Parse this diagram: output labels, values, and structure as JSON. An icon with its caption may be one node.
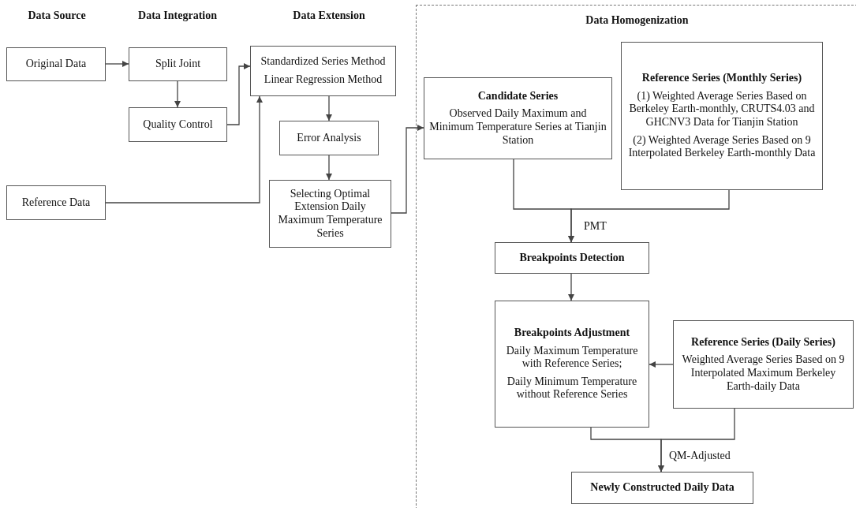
{
  "diagram": {
    "nodes": [
      {
        "text": [
          "Original Data"
        ]
      },
      {
        "text": [
          "Split Joint"
        ]
      },
      {
        "text": [
          "Quality Control"
        ]
      },
      {
        "text": [
          "Standardized Series Method",
          "Linear Regression Method"
        ]
      },
      {
        "text": [
          "Error Analysis"
        ]
      },
      {
        "text": [
          "Selecting Optimal Extension Daily Maximum Temperature Series"
        ]
      },
      {
        "text": [
          "Reference Data"
        ]
      },
      {
        "text": [
          "Data Homogenization"
        ]
      },
      {
        "text": [
          "Candidate Series",
          "Observed Daily Maximum and Minimum Temperature Series at Tianjin Station"
        ],
        "in": 7
      },
      {
        "text": [
          "Reference Series (Monthly Series)",
          "(1) Weighted Average Series Based on Berkeley Earth-monthly, CRUTS4.03 and GHCNV3 Data for Tianjin Station",
          "(2) Weighted Average Series Based on 9 Interpolated Berkeley Earth-monthly Data"
        ],
        "in": 7
      },
      {
        "text": [
          "Breakpoints Detection"
        ],
        "in": 7
      },
      {
        "text": [
          "Breakpoints Adjustment",
          "Daily Maximum Temperature with Reference Series;",
          "Daily Minimum Temperature without Reference Series"
        ],
        "in": 7
      },
      {
        "text": [
          "Reference Series (Daily Series)",
          "Weighted Average Series Based on 9 Interpolated Maximum Berkeley Earth-daily Data"
        ],
        "in": 7
      },
      {
        "text": [
          "Newly Constructed Daily Data"
        ],
        "in": 7
      }
    ],
    "edges": [
      {
        "from": 0,
        "to": 1,
        "arrow": "to"
      },
      {
        "from": 1,
        "to": 2,
        "arrow": "to"
      },
      {
        "from": 2,
        "to": 3,
        "arrow": "to"
      },
      {
        "from": 6,
        "to": 3,
        "arrow": "to"
      },
      {
        "from": 3,
        "to": 4,
        "arrow": "to"
      },
      {
        "from": 4,
        "to": 5,
        "arrow": "to"
      },
      {
        "from": 5,
        "to": 8,
        "arrow": "to"
      },
      {
        "from": 8,
        "to": 10,
        "arrow": "to",
        "label": "PMT"
      },
      {
        "from": 9,
        "to": 10,
        "arrow": "to"
      },
      {
        "from": 10,
        "to": 11,
        "arrow": "to"
      },
      {
        "from": 12,
        "to": 11,
        "arrow": "to"
      },
      {
        "from": 11,
        "to": 13,
        "arrow": "to",
        "label": "QM-Adjusted"
      },
      {
        "from": 12,
        "to": 13,
        "arrow": "to"
      }
    ],
    "labels": [
      "Data Source",
      "Data Integration",
      "Data Extension"
    ]
  }
}
